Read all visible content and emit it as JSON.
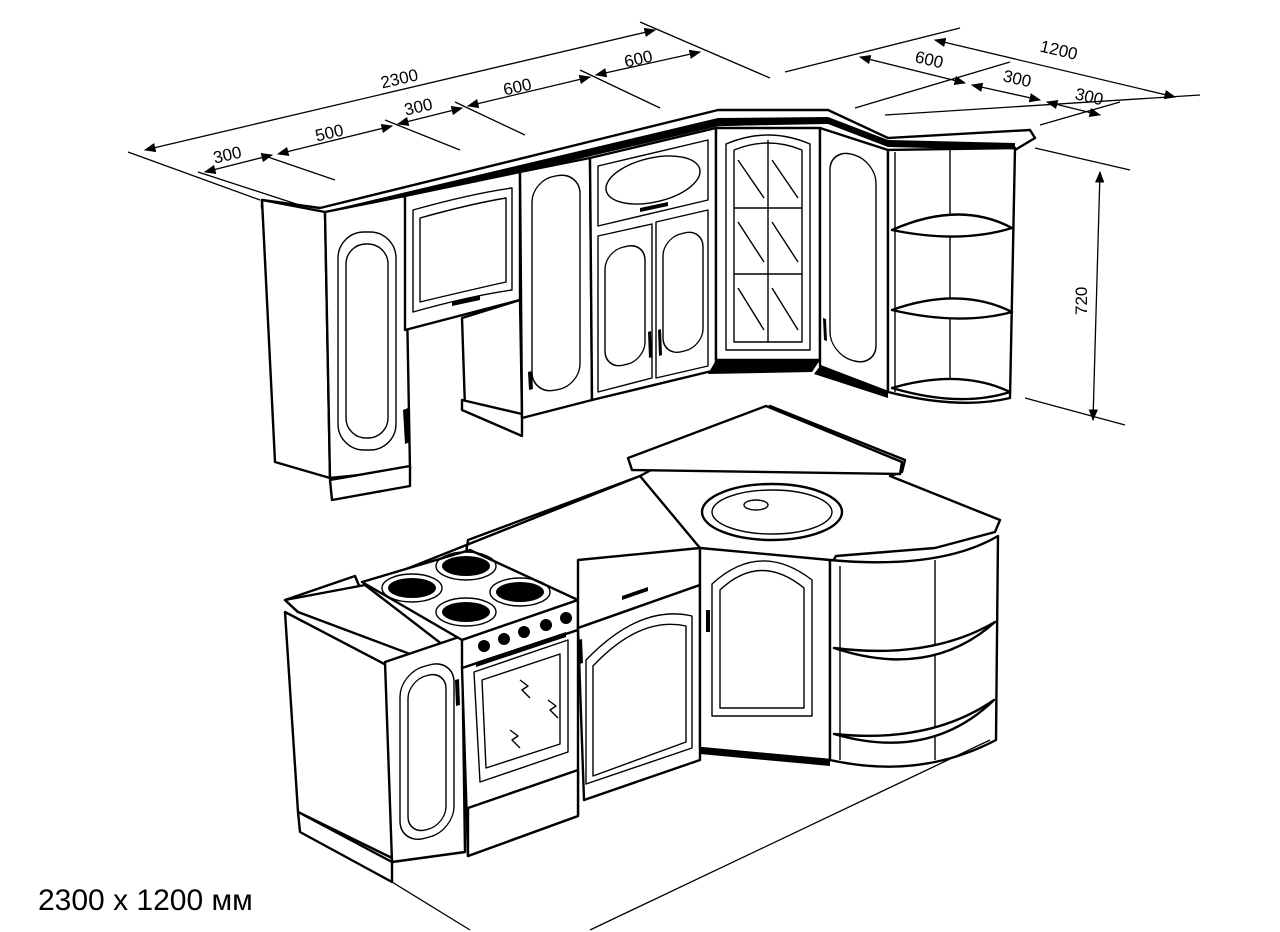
{
  "dimensions": {
    "upper_total_width": "2300",
    "upper_segment_1": "300",
    "upper_segment_2": "500",
    "upper_segment_3": "300",
    "upper_segment_4": "600",
    "upper_segment_5": "600",
    "side_total_width": "1200",
    "side_segment_1": "600",
    "side_segment_2": "300",
    "side_segment_3": "300",
    "upper_height": "720"
  },
  "caption": "2300 x 1200 мм"
}
